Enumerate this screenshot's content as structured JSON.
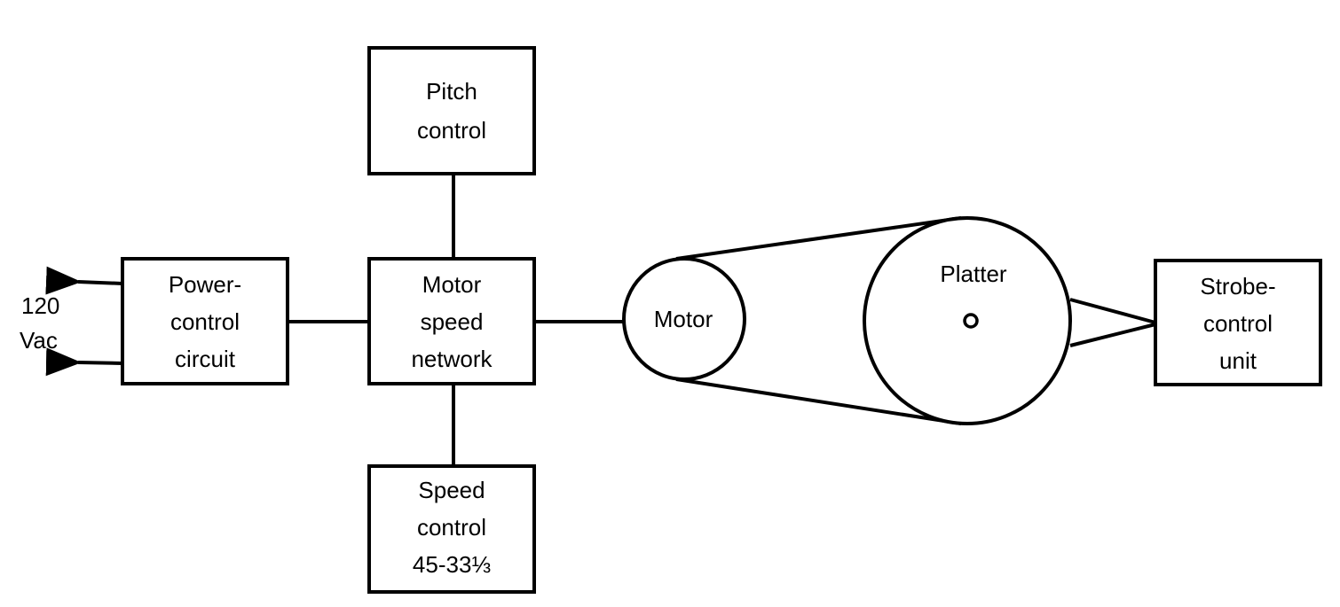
{
  "diagram": {
    "pitch_control": {
      "line1": "Pitch",
      "line2": "control"
    },
    "power_control": {
      "line1": "Power-",
      "line2": "control",
      "line3": "circuit"
    },
    "motor_speed_network": {
      "line1": "Motor",
      "line2": "speed",
      "line3": "network"
    },
    "speed_control": {
      "line1": "Speed",
      "line2": "control",
      "line3": "45-33⅓"
    },
    "motor": {
      "label": "Motor"
    },
    "platter": {
      "label": "Platter"
    },
    "strobe_control": {
      "line1": "Strobe-",
      "line2": "control",
      "line3": "unit"
    },
    "ac_input": {
      "line1": "120",
      "line2": "Vac"
    }
  },
  "colors": {
    "line": "#000000",
    "background": "#ffffff"
  }
}
